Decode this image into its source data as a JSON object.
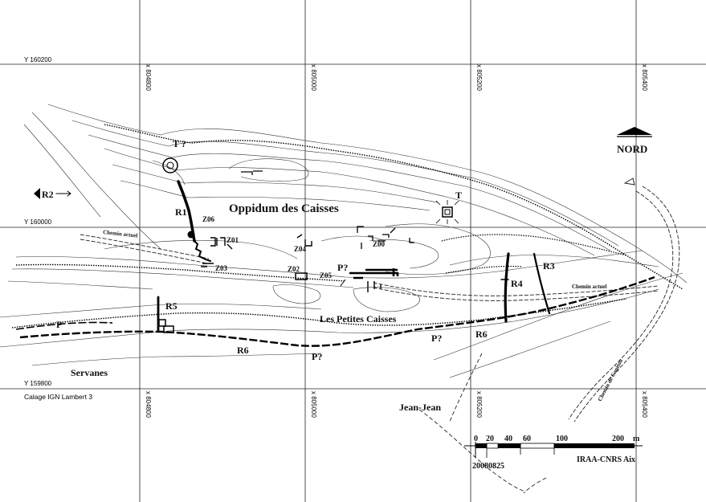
{
  "title": "Oppidum des Caisses",
  "north_label": "NORD",
  "grid": {
    "y_labels": [
      "Y 160200",
      "Y 160000",
      "Y 159800"
    ],
    "x_labels_top": [
      "x 804800",
      "x 805000",
      "x 805200",
      "x 805400"
    ],
    "x_labels_bottom": [
      "x 804800",
      "x 805000",
      "x 805200",
      "x 805400"
    ]
  },
  "calage": "Calage IGN Lambert 3",
  "place_names": {
    "petites_caisses": "Les Petites Caisses",
    "servanes": "Servanes",
    "jean_jean": "Jean-Jean",
    "chemin_actuel_w": "Chemin actuel",
    "chemin_actuel_e": "Chemin actuel",
    "chemin_capitou": "Chemin de Capitou"
  },
  "features": {
    "t_question": "T ?",
    "t": "T",
    "r1": "R1",
    "r2": "R2",
    "r3": "R3",
    "r4": "R4",
    "r5": "R5",
    "r6_w": "R6",
    "r6_e": "R6",
    "p_w": "P",
    "p_question_mid": "P?",
    "p_question_e": "P?",
    "p_question_gate": "P?",
    "z00": "Z00",
    "z01": "Z01",
    "z02": "Z02",
    "z03": "Z03",
    "z04": "Z04",
    "z05": "Z05",
    "z06": "Z06"
  },
  "scale_bar": {
    "ticks": [
      "0",
      "20",
      "40",
      "60",
      "100",
      "200"
    ],
    "unit": "m"
  },
  "credit": "IRAA-CNRS Aix",
  "date_code": "20080825"
}
